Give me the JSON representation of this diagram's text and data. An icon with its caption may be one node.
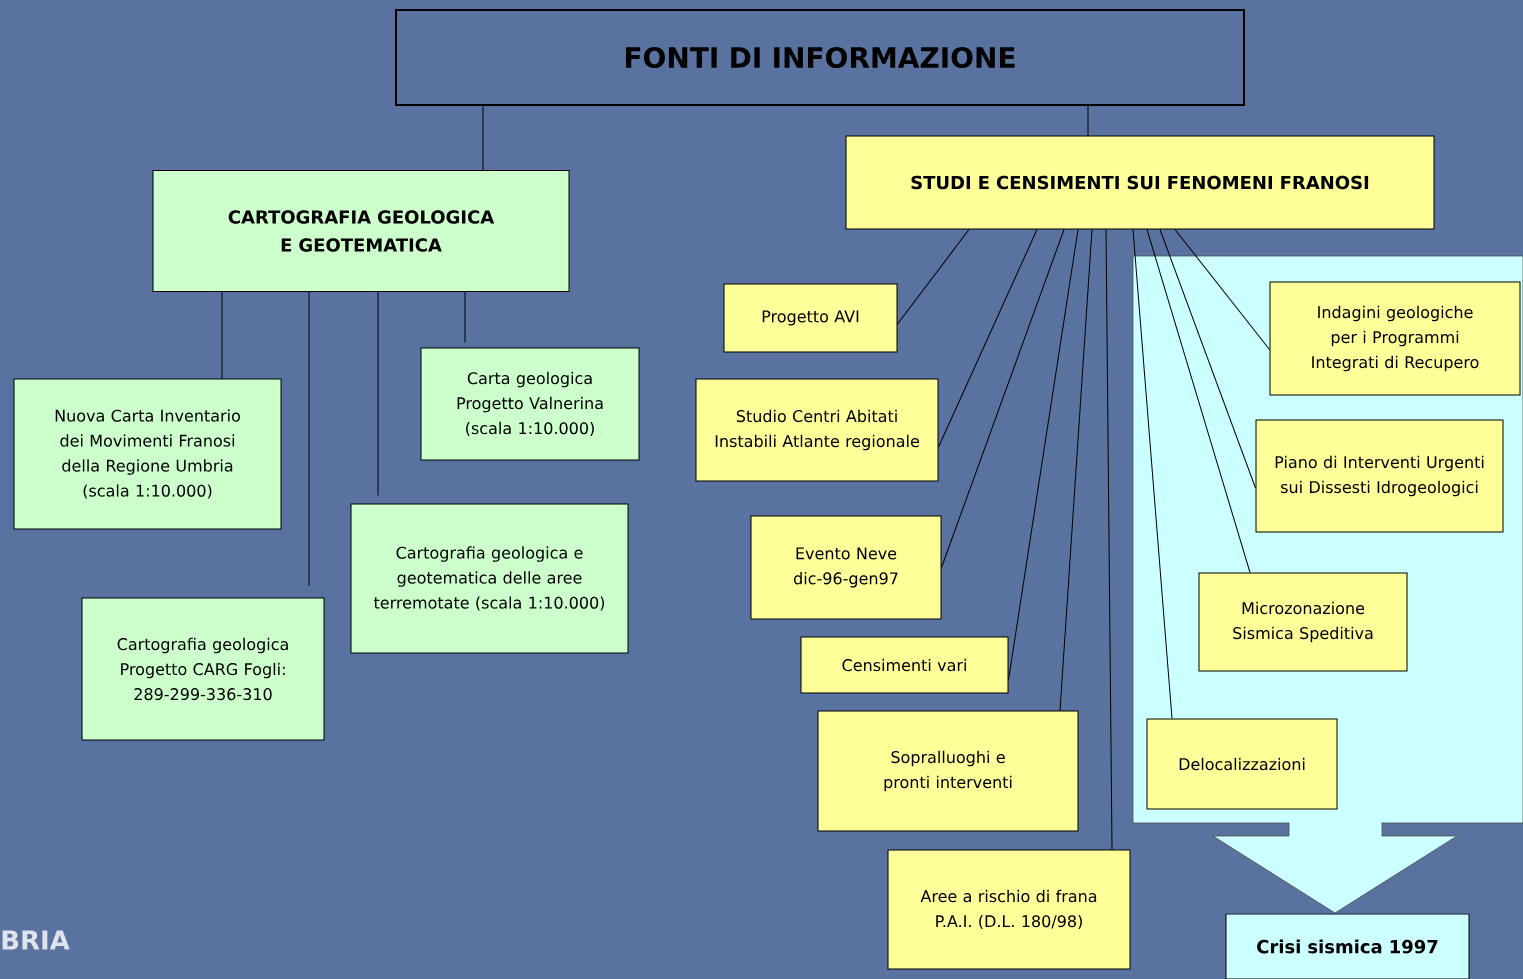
{
  "diagram": {
    "nodes": [
      {
        "text": [
          "FONTI DI INFORMAZIONE"
        ]
      },
      {
        "text": [
          "CARTOGRAFIA GEOLOGICA E GEOTEMATICA"
        ]
      },
      {
        "text": [
          "STUDI E CENSIMENTI SUI FENOMENI FRANOSI"
        ]
      },
      {
        "text": [
          "Nuova Carta Inventario dei Movimenti Franosi della Regione Umbria (scala 1:10.000)"
        ]
      },
      {
        "text": [
          "Cartografia geologica Progetto CARG Fogli: 289-299-336-310"
        ]
      },
      {
        "text": [
          "Cartografia geologica e geotematica delle aree terremotate (scala 1:10.000)"
        ]
      },
      {
        "text": [
          "Carta geologica Progetto Valnerina (scala 1:10.000)"
        ]
      },
      {
        "text": [
          "Progetto AVI"
        ]
      },
      {
        "text": [
          "Studio Centri Abitati Instabili Atlante regionale"
        ]
      },
      {
        "text": [
          "Evento Neve dic-96-gen97"
        ]
      },
      {
        "text": [
          "Censimenti vari"
        ]
      },
      {
        "text": [
          "Sopralluoghi e pronti interventi"
        ]
      },
      {
        "text": [
          "Aree a rischio di frana P.A.I. (D.L. 180/98)"
        ]
      },
      {
        "text": [],
        "shape": "arrow"
      },
      {
        "text": [
          "Indagini geologiche per i Programmi Integrati di Recupero"
        ],
        "in": 13
      },
      {
        "text": [
          "Piano di Interventi Urgenti sui Dissesti Idrogeologici"
        ],
        "in": 13
      },
      {
        "text": [
          "Microzonazione Sismica Speditiva"
        ],
        "in": 13
      },
      {
        "text": [
          "Delocalizzazioni"
        ],
        "in": 13
      },
      {
        "text": [
          "Crisi sismica 1997"
        ]
      }
    ],
    "edges": [
      {
        "from": 0,
        "to": 1,
        "arrow": "none"
      },
      {
        "from": 0,
        "to": 2,
        "arrow": "none"
      },
      {
        "from": 1,
        "to": 3,
        "arrow": "none"
      },
      {
        "from": 1,
        "to": 4,
        "arrow": "none"
      },
      {
        "from": 1,
        "to": 5,
        "arrow": "none"
      },
      {
        "from": 1,
        "to": 6,
        "arrow": "none"
      },
      {
        "from": 2,
        "to": 7,
        "arrow": "none"
      },
      {
        "from": 2,
        "to": 8,
        "arrow": "none"
      },
      {
        "from": 2,
        "to": 9,
        "arrow": "none"
      },
      {
        "from": 2,
        "to": 10,
        "arrow": "none"
      },
      {
        "from": 2,
        "to": 11,
        "arrow": "none"
      },
      {
        "from": 2,
        "to": 12,
        "arrow": "none"
      },
      {
        "from": 2,
        "to": 14,
        "arrow": "none"
      },
      {
        "from": 2,
        "to": 15,
        "arrow": "none"
      },
      {
        "from": 2,
        "to": 16,
        "arrow": "none"
      },
      {
        "from": 2,
        "to": 17,
        "arrow": "none"
      }
    ],
    "labels": [
      "BRIA"
    ]
  }
}
